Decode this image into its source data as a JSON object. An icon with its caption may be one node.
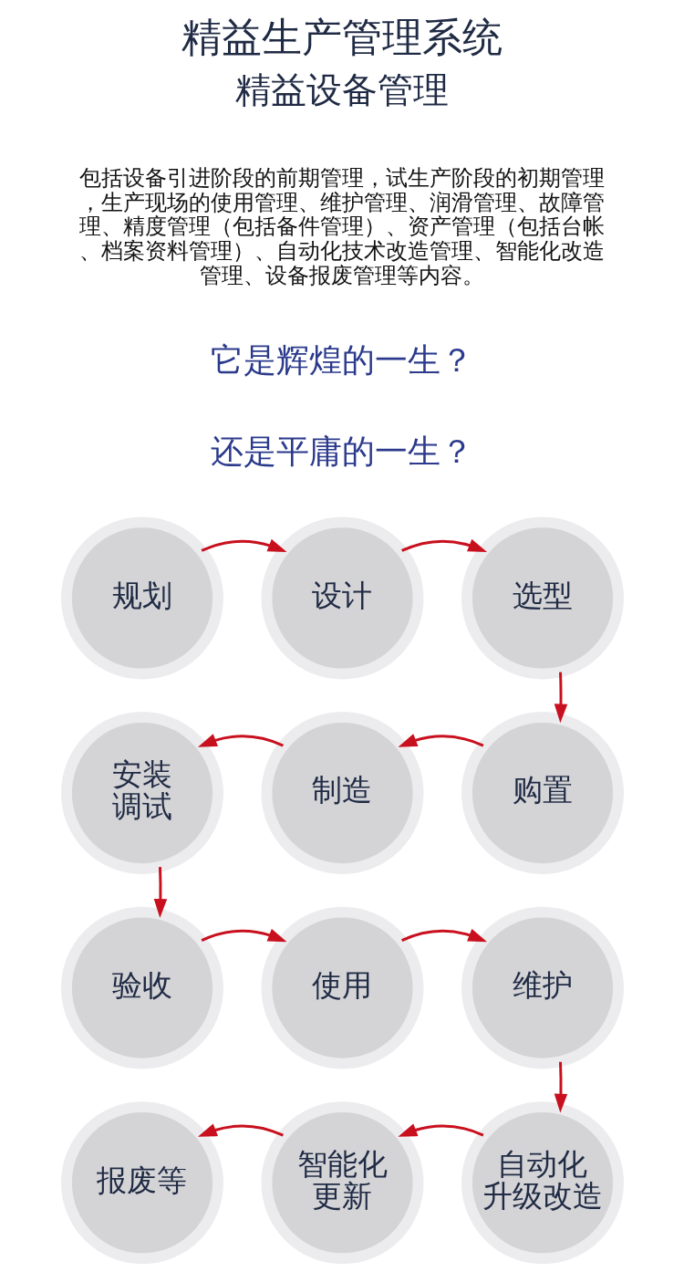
{
  "diagram": {
    "title": "精益生产管理系统",
    "nodes": [
      {
        "text": [
          "规划"
        ]
      },
      {
        "text": [
          "设计"
        ]
      },
      {
        "text": [
          "选型"
        ]
      },
      {
        "text": [
          "安装调试"
        ]
      },
      {
        "text": [
          "制造"
        ]
      },
      {
        "text": [
          "购置"
        ]
      },
      {
        "text": [
          "验收"
        ]
      },
      {
        "text": [
          "使用"
        ]
      },
      {
        "text": [
          "维护"
        ]
      },
      {
        "text": [
          "报废等"
        ]
      },
      {
        "text": [
          "智能化更新"
        ]
      },
      {
        "text": [
          "自动化升级改造"
        ]
      }
    ],
    "edges": [
      {
        "from": 0,
        "to": 1,
        "arrow": "to"
      },
      {
        "from": 1,
        "to": 2,
        "arrow": "to"
      },
      {
        "from": 2,
        "to": 5,
        "arrow": "to"
      },
      {
        "from": 5,
        "to": 4,
        "arrow": "to"
      },
      {
        "from": 4,
        "to": 3,
        "arrow": "to"
      },
      {
        "from": 3,
        "to": 6,
        "arrow": "to"
      },
      {
        "from": 6,
        "to": 7,
        "arrow": "to"
      },
      {
        "from": 7,
        "to": 8,
        "arrow": "to"
      },
      {
        "from": 8,
        "to": 11,
        "arrow": "to"
      },
      {
        "from": 11,
        "to": 10,
        "arrow": "to"
      },
      {
        "from": 10,
        "to": 9,
        "arrow": "to"
      }
    ],
    "labels": [
      "精益设备管理",
      "包括设备引进阶段的前期管理，试生产阶段的初期管理，生产现场的使用管理、维护管理、润滑管理、故障管理、精度管理（包括备件管理）、资产管理（包括台帐、档案资料管理）、自动化技术改造管理、智能化改造管理、设备报废管理等内容。",
      "它是辉煌的一生？",
      "还是平庸的一生？"
    ]
  }
}
